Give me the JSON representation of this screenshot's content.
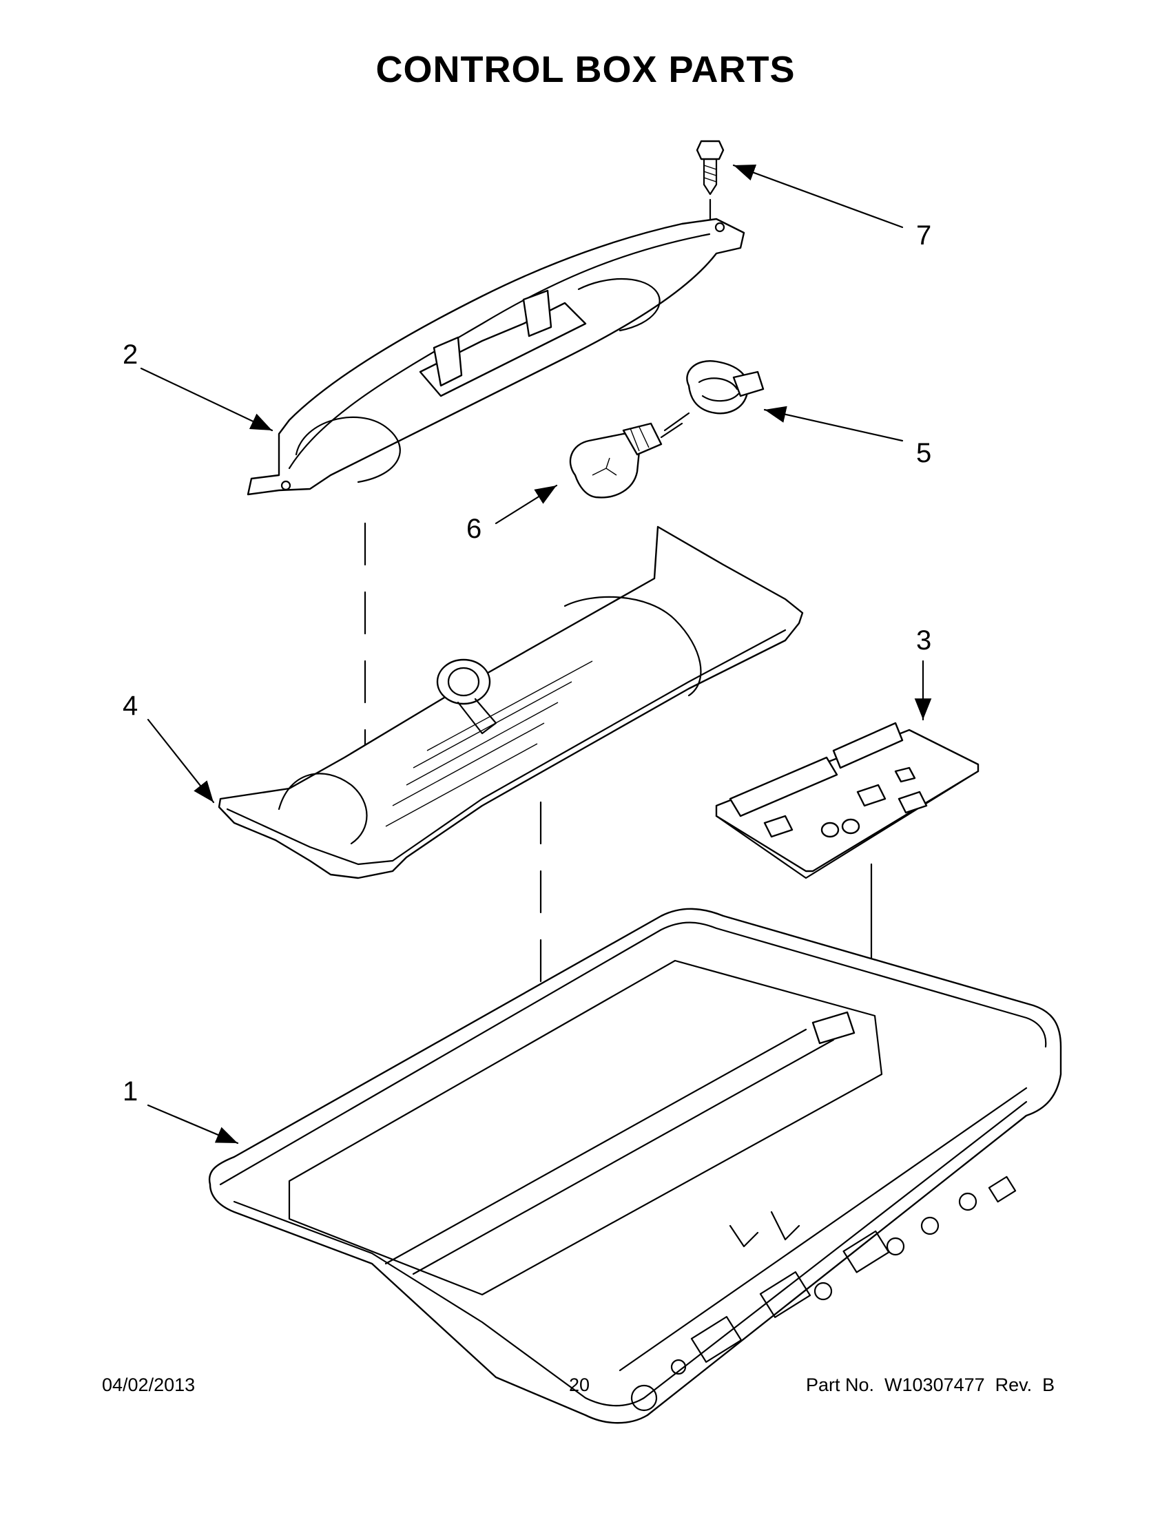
{
  "title": "CONTROL BOX PARTS",
  "callouts": [
    "1",
    "2",
    "3",
    "4",
    "5",
    "6",
    "7"
  ],
  "parts": [
    {
      "id": "1",
      "icon": "control-box-housing"
    },
    {
      "id": "2",
      "icon": "light-housing-cover"
    },
    {
      "id": "3",
      "icon": "control-board"
    },
    {
      "id": "4",
      "icon": "light-lens-tray"
    },
    {
      "id": "5",
      "icon": "lamp-socket"
    },
    {
      "id": "6",
      "icon": "light-bulb"
    },
    {
      "id": "7",
      "icon": "screw"
    }
  ],
  "footer": {
    "date": "04/02/2013",
    "page": "20",
    "part_no": "Part No.  W10307477  Rev.  B"
  }
}
